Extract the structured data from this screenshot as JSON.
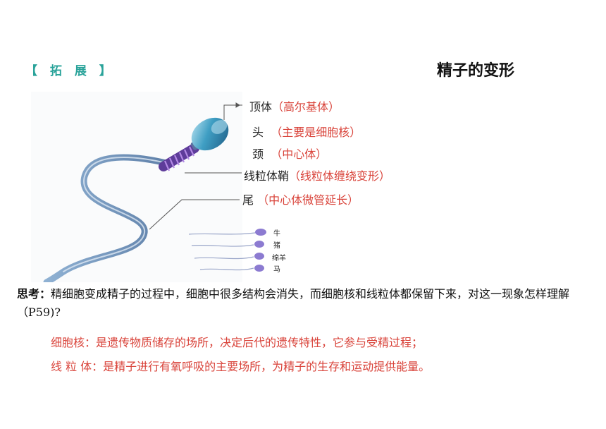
{
  "header": {
    "tag": "【 拓 展 】",
    "title": "精子的变形"
  },
  "diagram": {
    "labels": [
      {
        "part": "顶体",
        "desc": "（高尔基体）"
      },
      {
        "part": "头",
        "desc": "（主要是细胞核）"
      },
      {
        "part": "颈",
        "desc": "（中心体）"
      },
      {
        "part": "线粒体鞘",
        "desc": "（线粒体缠绕变形）"
      },
      {
        "part": "尾",
        "desc": "（中心体微管延长）"
      }
    ],
    "species": [
      "牛",
      "猪",
      "绵羊",
      "马"
    ],
    "colors": {
      "head": "#3f9ec3",
      "midpiece": "#8b5fc7",
      "tail": "#6a8db3",
      "desc_text": "#d9433a"
    }
  },
  "question": {
    "prefix": "思考：",
    "text": "精细胞变成精子的过程中，细胞中很多结构会消失，而细胞核和线粒体都保留下来，对这一现象怎样理解（P59)?"
  },
  "answers": [
    {
      "text": "细胞核：是遗传物质储存的场所，决定后代的遗传特性，它参与受精过程；"
    },
    {
      "text": "线 粒 体：是精子进行有氧呼吸的主要场所，为精子的生存和运动提供能量。"
    }
  ]
}
